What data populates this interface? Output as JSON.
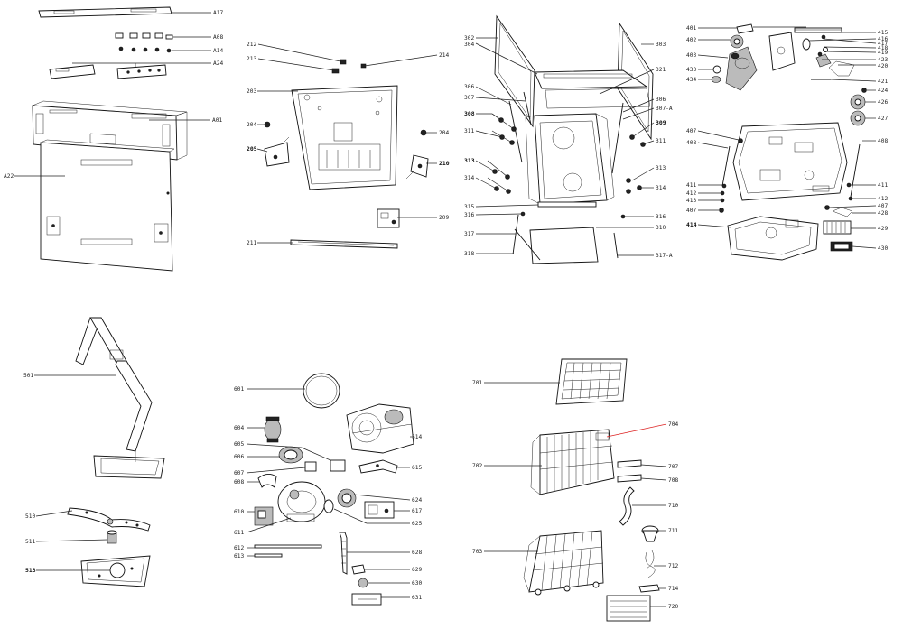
{
  "diagram_title": "",
  "group_a": {
    "labels": [
      "A17",
      "A08",
      "A14",
      "A24",
      "A01",
      "A22"
    ]
  },
  "group_2": {
    "labels": [
      "212",
      "213",
      "214",
      "203",
      "204",
      "205",
      "204",
      "210",
      "209",
      "211"
    ]
  },
  "group_3": {
    "labels": [
      "302",
      "304",
      "306",
      "307",
      "308",
      "311",
      "313",
      "314",
      "315",
      "316",
      "317",
      "318",
      "303",
      "321",
      "306",
      "307-A",
      "309",
      "311",
      "313",
      "314",
      "316",
      "310",
      "317-A"
    ]
  },
  "group_4": {
    "labels": [
      "401",
      "402",
      "403",
      "433",
      "434",
      "407",
      "408",
      "411",
      "412",
      "413",
      "407",
      "414",
      "415",
      "416",
      "417",
      "418",
      "419",
      "420",
      "423",
      "421",
      "424",
      "426",
      "427",
      "408",
      "411",
      "412",
      "407",
      "428",
      "429",
      "430"
    ]
  },
  "group_5": {
    "labels": [
      "501",
      "510",
      "511",
      "513"
    ]
  },
  "group_6": {
    "labels": [
      "601",
      "604",
      "605",
      "606",
      "607",
      "608",
      "610",
      "611",
      "612",
      "613",
      "614",
      "615",
      "624",
      "617",
      "625",
      "628",
      "629",
      "630",
      "631"
    ]
  },
  "group_7": {
    "labels": [
      "701",
      "704",
      "702",
      "707",
      "708",
      "710",
      "703",
      "711",
      "712",
      "714",
      "720"
    ]
  },
  "colors": {
    "line": "#222222",
    "leader_highlight": "#dd2222",
    "background": "#ffffff"
  }
}
